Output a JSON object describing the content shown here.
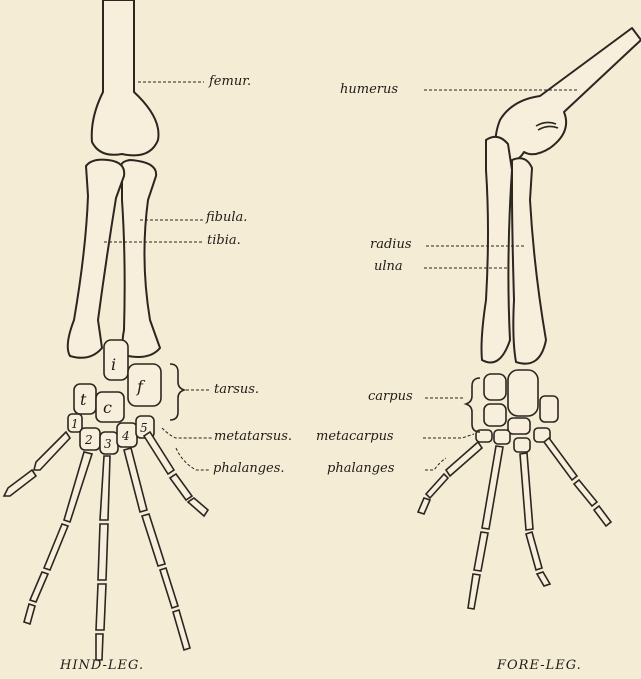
{
  "hind_leg": {
    "caption": "HIND-LEG.",
    "labels": {
      "femur": "femur.",
      "fibula": "fibula.",
      "tibia": "tibia.",
      "tarsus": "tarsus.",
      "metatarsus": "metatarsus.",
      "phalanges": "phalanges."
    },
    "tarsal_bones": {
      "i": "i",
      "f": "f",
      "t": "t",
      "c": "c"
    },
    "distal_tarsals": [
      "1",
      "2",
      "3",
      "4",
      "5"
    ]
  },
  "fore_leg": {
    "caption": "FORE-LEG.",
    "labels": {
      "humerus": "humerus",
      "radius": "radius",
      "ulna": "ulna",
      "carpus": "carpus",
      "metacarpus": "metacarpus",
      "phalanges": "phalanges"
    }
  }
}
